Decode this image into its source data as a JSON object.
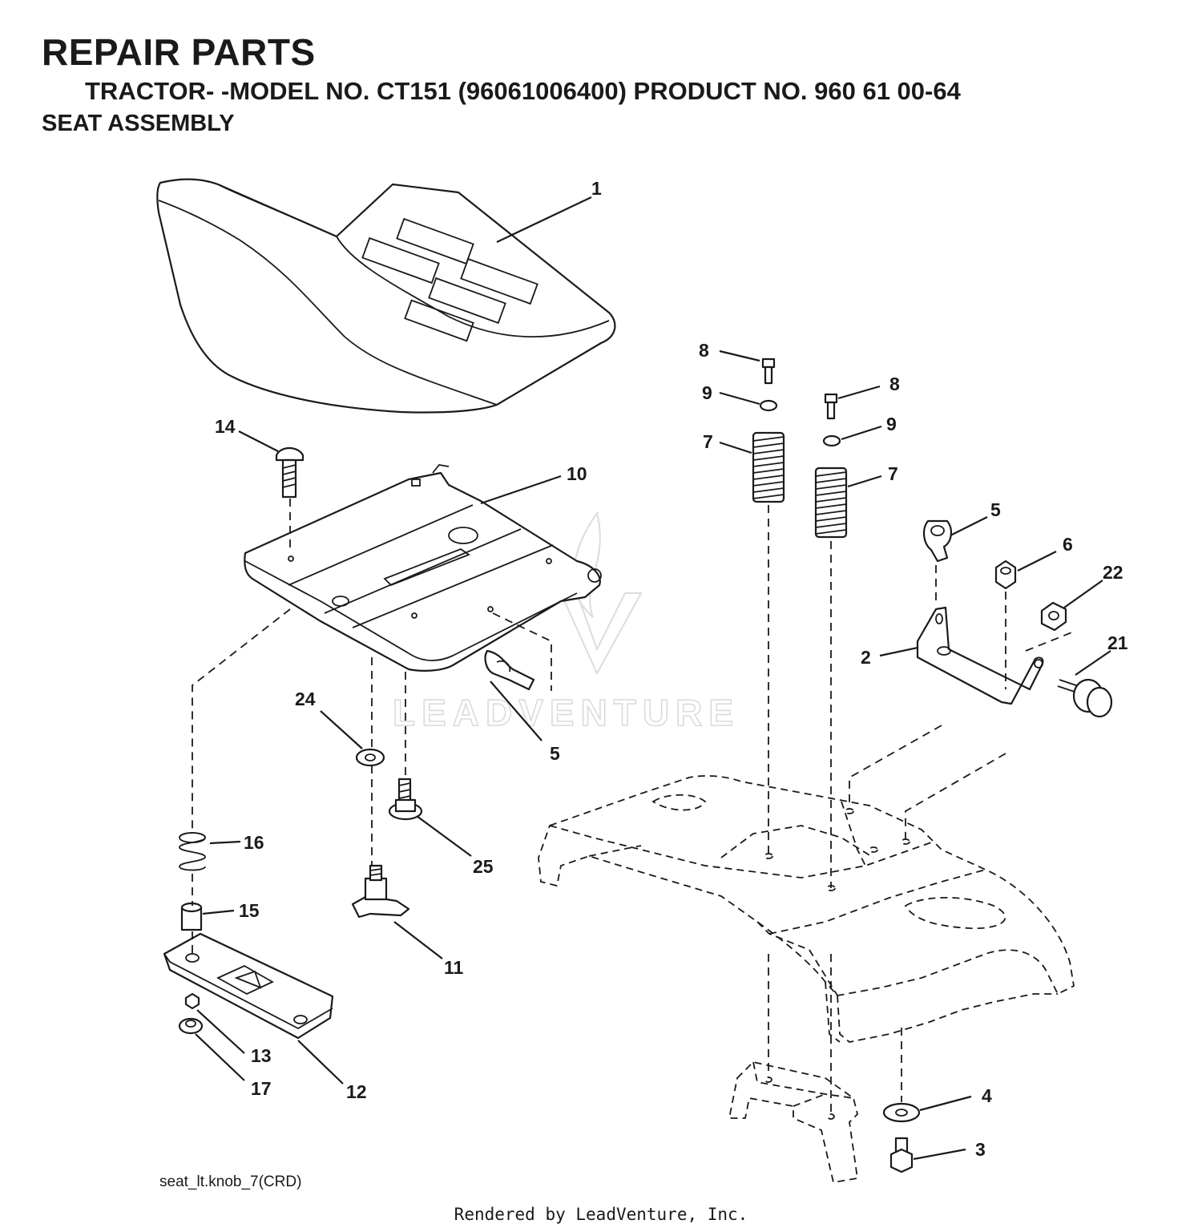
{
  "header": {
    "title": "REPAIR PARTS",
    "subtitle": "TRACTOR- -MODEL NO. CT151 (96061006400) PRODUCT NO. 960 61 00-64",
    "section": "SEAT ASSEMBLY"
  },
  "callouts": {
    "c1": "1",
    "c2": "2",
    "c3": "3",
    "c4": "4",
    "c5a": "5",
    "c5b": "5",
    "c6": "6",
    "c7a": "7",
    "c7b": "7",
    "c8a": "8",
    "c8b": "8",
    "c9a": "9",
    "c9b": "9",
    "c10": "10",
    "c11": "11",
    "c12": "12",
    "c13": "13",
    "c14": "14",
    "c15": "15",
    "c16": "16",
    "c17": "17",
    "c21": "21",
    "c22": "22",
    "c24": "24",
    "c25": "25"
  },
  "watermark": "LEADVENTURE",
  "diagram_code": "seat_lt.knob_7(CRD)",
  "footer": "Rendered by LeadVenture, Inc."
}
